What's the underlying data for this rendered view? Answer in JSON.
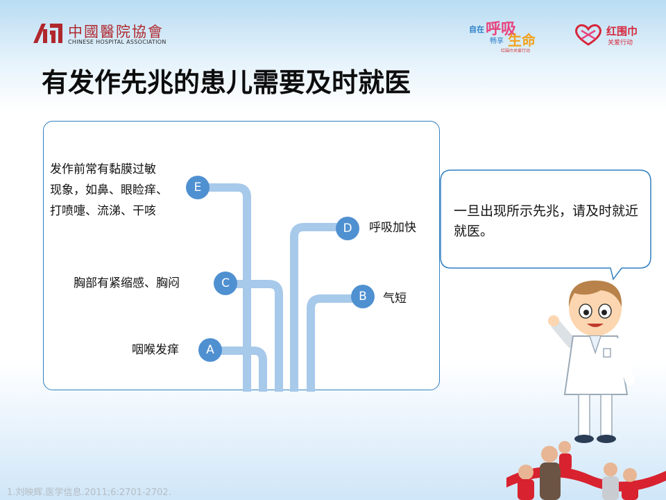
{
  "header": {
    "logo_cn": "中國醫院協會",
    "logo_en": "CHINESE HOSPITAL ASSOCIATION",
    "brand_campaign": {
      "part1": "自在",
      "part2": "呼吸",
      "part3": "畅享",
      "part4": "生命",
      "sub": "红围巾关爱行动"
    },
    "brand_org": {
      "name": "红围巾",
      "sub": "关爱行动"
    }
  },
  "title": "有发作先兆的患儿需要及时就医",
  "flow": {
    "nodes": [
      {
        "letter": "E",
        "label_lines": [
          "发作前常有黏膜过敏",
          "现象，如鼻、眼睑痒、",
          "打喷嚏、流涕、干咳"
        ]
      },
      {
        "letter": "D",
        "label": "呼吸加快"
      },
      {
        "letter": "C",
        "label": "胸部有紧缩感、胸闷"
      },
      {
        "letter": "B",
        "label": "气短"
      },
      {
        "letter": "A",
        "label": "咽喉发痒"
      }
    ]
  },
  "bubble": {
    "text": "一旦出现所示先兆，请及时就近就医。"
  },
  "citation": "1.刘映辉.医学信息.2011;6:2701-2702.",
  "colors": {
    "node": "#4f90d1",
    "pipe": "#a7c9ea",
    "panel_border": "#2f7fc0",
    "title": "#0d0d0d"
  }
}
